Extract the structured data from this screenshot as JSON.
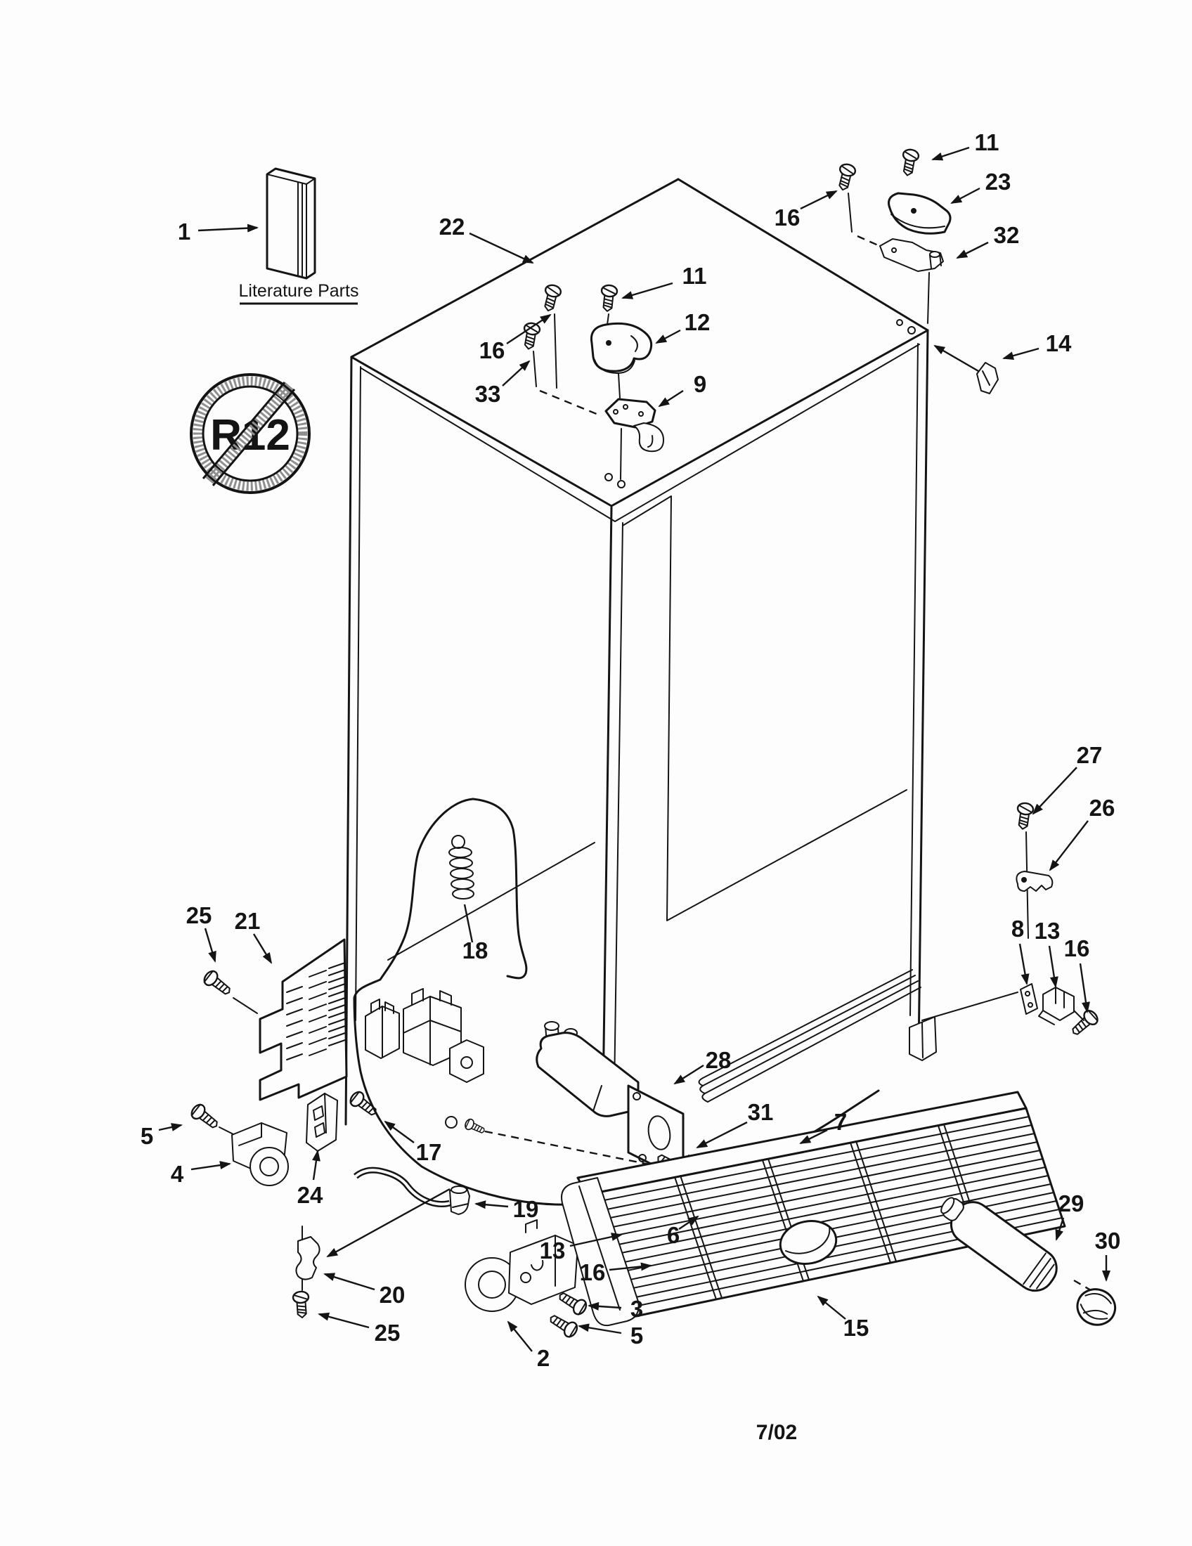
{
  "page": {
    "date_code": "7/02",
    "background": "#fdfdfd",
    "ink": "#141414"
  },
  "literature": {
    "label": "Literature Parts"
  },
  "refrigerant_ban": {
    "text": "R12"
  },
  "callouts": {
    "literature": "1",
    "cabinet": "22",
    "top_center_screw_16": "16",
    "top_center_screw_33": "33",
    "top_center_screw_11": "11",
    "cam_12": "12",
    "hinge_9": "9",
    "top_right_screw_16": "16",
    "top_right_screw_11": "11",
    "hinge_cover_23": "23",
    "hinge_bracket_32": "32",
    "clip_14": "14",
    "screw_27": "27",
    "cam_26": "26",
    "plate_8": "8",
    "bracket_13_right": "13",
    "screw_16_right": "16",
    "screw_25_left": "25",
    "vent_panel_21": "21",
    "spring_18": "18",
    "water_tank_28": "28",
    "pin_31": "31",
    "bolt_7": "7",
    "harness_17": "17",
    "screw_5_left": "5",
    "roller_4": "4",
    "hinge_24": "24",
    "hose_19": "19",
    "clip_20": "20",
    "screw_25_bottom": "25",
    "bracket_13_bottom": "13",
    "screw_16_bottom": "16",
    "bolt_3": "3",
    "bolt_5_bottom": "5",
    "roller_2": "2",
    "shim_6": "6",
    "grille_15": "15",
    "filter_29": "29",
    "filter_cap_30": "30"
  }
}
